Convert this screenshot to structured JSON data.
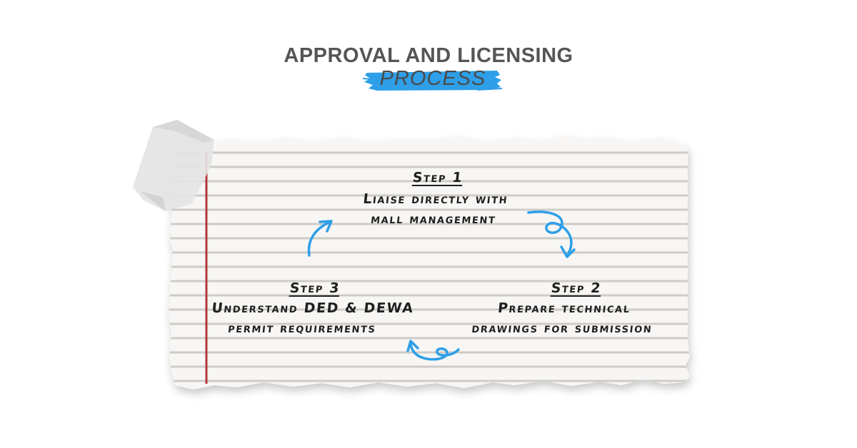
{
  "title": {
    "main": "APPROVAL AND LICENSING",
    "sub": "PROCESS"
  },
  "colors": {
    "accent_blue": "#2e9fe8",
    "margin_red": "#b23a3a",
    "paper_line": "#c9c6c2",
    "title_gray": "#555555"
  },
  "steps": [
    {
      "label": "Step 1",
      "lines": [
        "Liaise directly with",
        "mall management"
      ]
    },
    {
      "label": "Step 2",
      "lines": [
        "Prepare technical",
        "drawings for submission"
      ]
    },
    {
      "label": "Step 3",
      "lines": [
        "Understand DED & DEWA",
        "permit requirements"
      ]
    }
  ]
}
